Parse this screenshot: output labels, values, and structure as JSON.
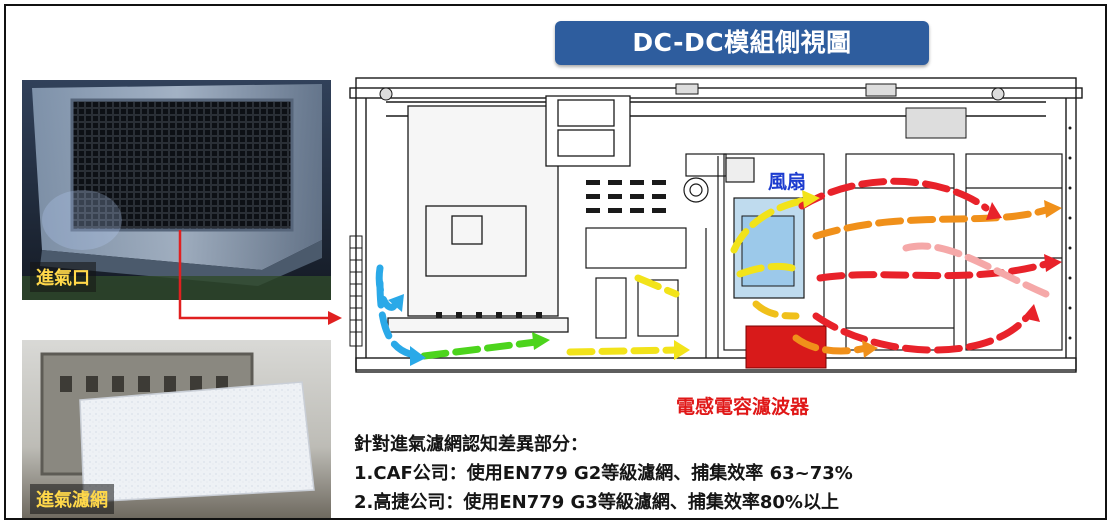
{
  "title": "DC-DC模組側視圖",
  "photos": {
    "intake_label": "進氣口",
    "filter_label": "進氣濾網"
  },
  "callouts": {
    "fan": "風扇",
    "lc_filter": "電感電容濾波器"
  },
  "notes": {
    "heading": "針對進氣濾網認知差異部分：",
    "items": [
      "1.CAF公司：使用EN779  G2等級濾網、捕集效率 63~73%",
      "2.高捷公司：使用EN779  G3等級濾網、捕集效率80%以上"
    ]
  },
  "colors": {
    "title_bg": "#2e5d9e",
    "label_text": "#ffd84a",
    "fan_text": "#1d3ccf",
    "lc_text": "#e01818",
    "flow_blue": "#2aa9e8",
    "flow_green": "#4cd41c",
    "flow_yellow": "#f2e31a",
    "flow_orange": "#f0901a",
    "flow_red": "#e8222a",
    "link_arrow": "#e02020"
  }
}
